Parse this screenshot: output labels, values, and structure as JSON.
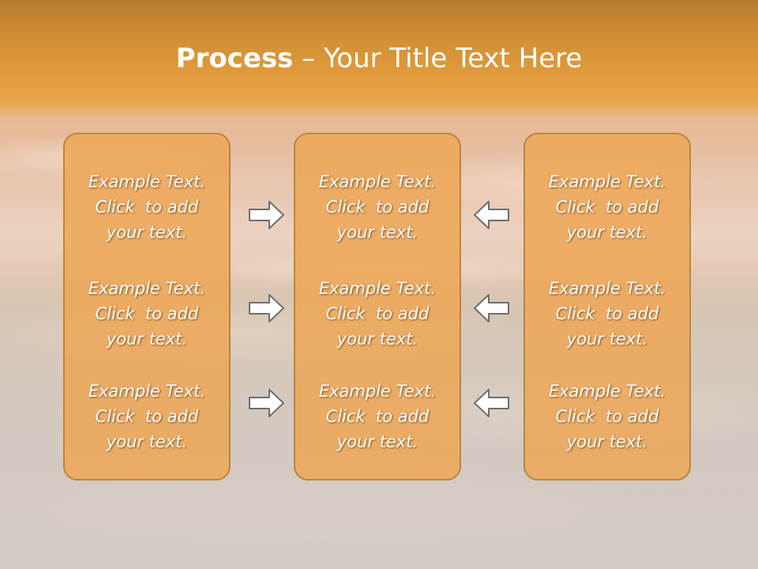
{
  "slide": {
    "title_bold": "Process",
    "title_rest": " – Your Title Text Here"
  },
  "panels": [
    {
      "items": [
        {
          "l1": "Example Text.",
          "l2": "Click  to add",
          "l3": "your text."
        },
        {
          "l1": "Example Text.",
          "l2": "Click  to add",
          "l3": "your text."
        },
        {
          "l1": "Example Text.",
          "l2": "Click  to add",
          "l3": "your text."
        }
      ]
    },
    {
      "items": [
        {
          "l1": "Example Text.",
          "l2": "Click  to add",
          "l3": "your text."
        },
        {
          "l1": "Example Text.",
          "l2": "Click  to add",
          "l3": "your text."
        },
        {
          "l1": "Example Text.",
          "l2": "Click  to add",
          "l3": "your text."
        }
      ]
    },
    {
      "items": [
        {
          "l1": "Example Text.",
          "l2": "Click  to add",
          "l3": "your text."
        },
        {
          "l1": "Example Text.",
          "l2": "Click  to add",
          "l3": "your text."
        },
        {
          "l1": "Example Text.",
          "l2": "Click  to add",
          "l3": "your text."
        }
      ]
    }
  ],
  "arrows": {
    "left_column": [
      "right-arrow-icon",
      "right-arrow-icon",
      "right-arrow-icon"
    ],
    "right_column": [
      "left-arrow-icon",
      "left-arrow-icon",
      "left-arrow-icon"
    ]
  },
  "colors": {
    "panel_fill": "#eea656",
    "panel_border": "#b9863f",
    "title_text": "#ffffff",
    "arrow_fill": "#ffffff",
    "arrow_stroke": "#6e6e6e"
  }
}
